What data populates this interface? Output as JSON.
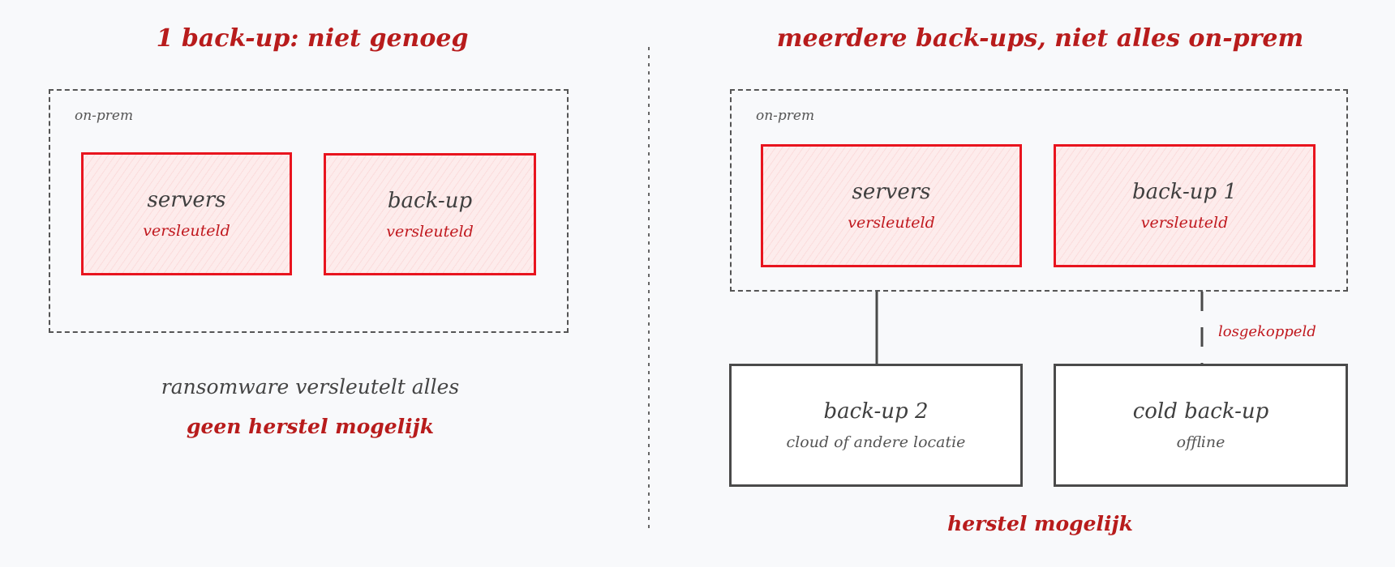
{
  "left": {
    "heading": "1 back-up: niet genoeg",
    "region_label": "on-prem",
    "boxes": [
      {
        "title": "servers",
        "status": "versleuteld"
      },
      {
        "title": "back-up",
        "status": "versleuteld"
      }
    ],
    "caption_line1": "ransomware versleutelt alles",
    "caption_line2": "geen herstel mogelijk"
  },
  "right": {
    "heading": "meerdere back-ups, niet alles on-prem",
    "region_label": "on-prem",
    "onprem_boxes": [
      {
        "title": "servers",
        "status": "versleuteld"
      },
      {
        "title": "back-up 1",
        "status": "versleuteld"
      }
    ],
    "offsite_boxes": [
      {
        "title": "back-up 2",
        "subtitle": "cloud of andere locatie"
      },
      {
        "title": "cold back-up",
        "subtitle": "offline"
      }
    ],
    "disconnect_label": "losgekoppeld",
    "caption": "herstel mogelijk"
  },
  "colors": {
    "accent_red": "#b81c1c",
    "encrypted_border": "#e8141e",
    "encrypted_fill": "#fdecec",
    "neutral_border": "#4a4a4a",
    "background": "#f8f9fb"
  }
}
